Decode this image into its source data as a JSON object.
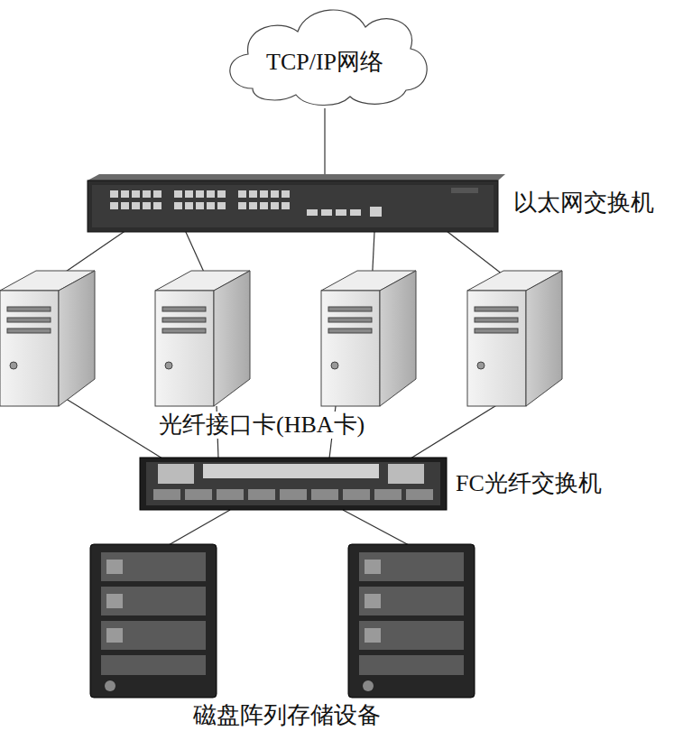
{
  "diagram": {
    "nodes": [
      {
        "text": [
          "TCP/IP网络"
        ]
      },
      {
        "text": [
          "以太网交换机"
        ]
      },
      {
        "text": [
          "FC光纤交换机"
        ]
      }
    ],
    "edges": [
      {
        "from": 0,
        "to": 1,
        "arrow": "none"
      }
    ],
    "labels": [
      "光纤接口卡(HBA卡)",
      "磁盘阵列存储设备"
    ]
  }
}
